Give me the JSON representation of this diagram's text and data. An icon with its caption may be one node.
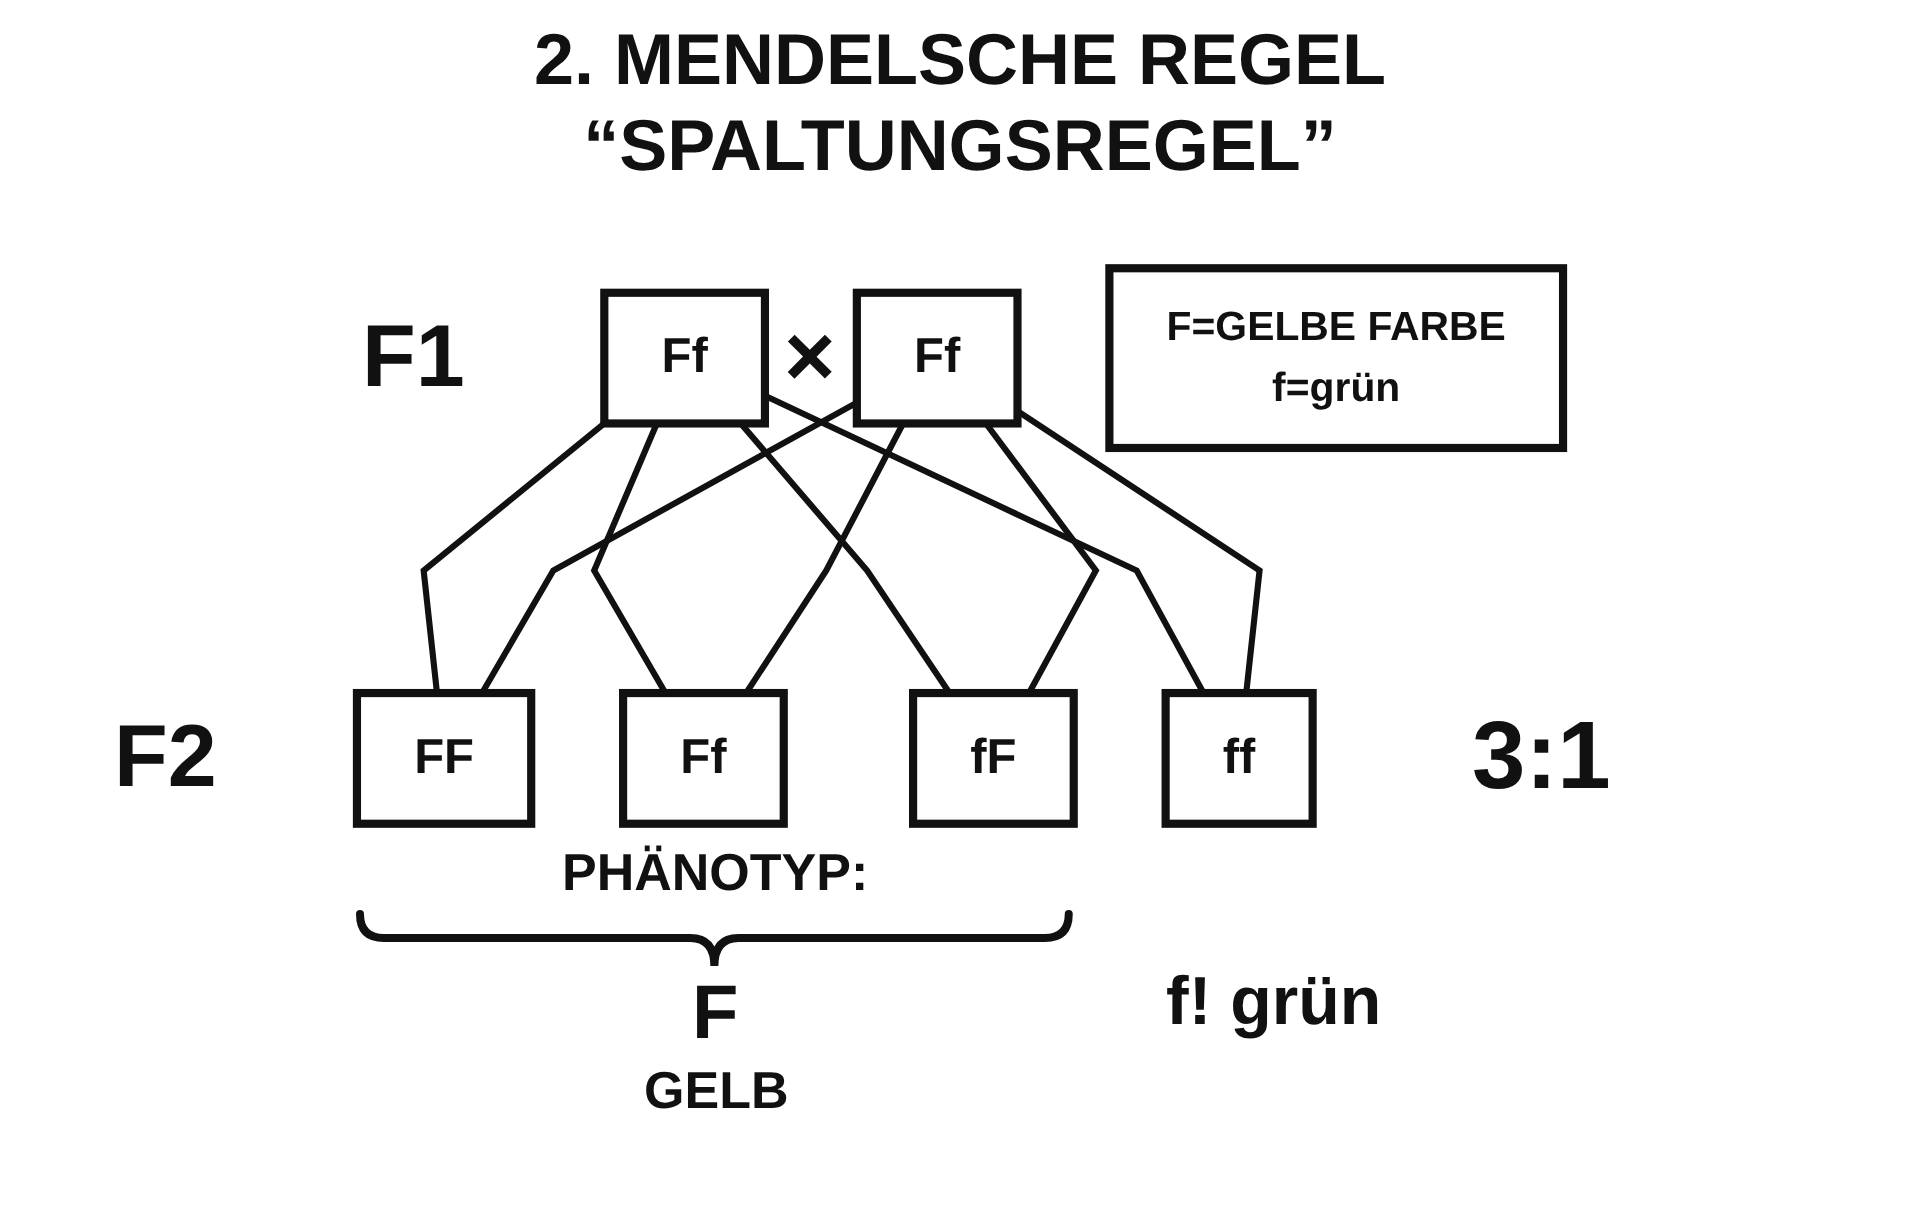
{
  "diagram": {
    "title": "2. MENDELSCHE REGEL “SPALTUNGSREGEL”",
    "nodes": [
      {
        "text": [
          "F=GELBE FARBE",
          "f=grün"
        ]
      },
      {
        "text": [
          "Ff"
        ]
      },
      {
        "text": [
          "Ff"
        ]
      },
      {
        "text": [
          "FF"
        ]
      },
      {
        "text": [
          "Ff"
        ]
      },
      {
        "text": [
          "fF"
        ]
      },
      {
        "text": [
          "ff"
        ]
      }
    ],
    "edges": [
      {
        "from": 1,
        "to": 3,
        "arrow": "none"
      },
      {
        "from": 1,
        "to": 4,
        "arrow": "none"
      },
      {
        "from": 1,
        "to": 5,
        "arrow": "none"
      },
      {
        "from": 1,
        "to": 6,
        "arrow": "none"
      },
      {
        "from": 2,
        "to": 3,
        "arrow": "none"
      },
      {
        "from": 2,
        "to": 4,
        "arrow": "none"
      },
      {
        "from": 2,
        "to": 5,
        "arrow": "none"
      },
      {
        "from": 2,
        "to": 6,
        "arrow": "none"
      }
    ],
    "labels": [
      "F1",
      "×",
      "F2",
      "3:1",
      "PHÄNOTYP:",
      "F",
      "GELB",
      "f! grün"
    ]
  }
}
